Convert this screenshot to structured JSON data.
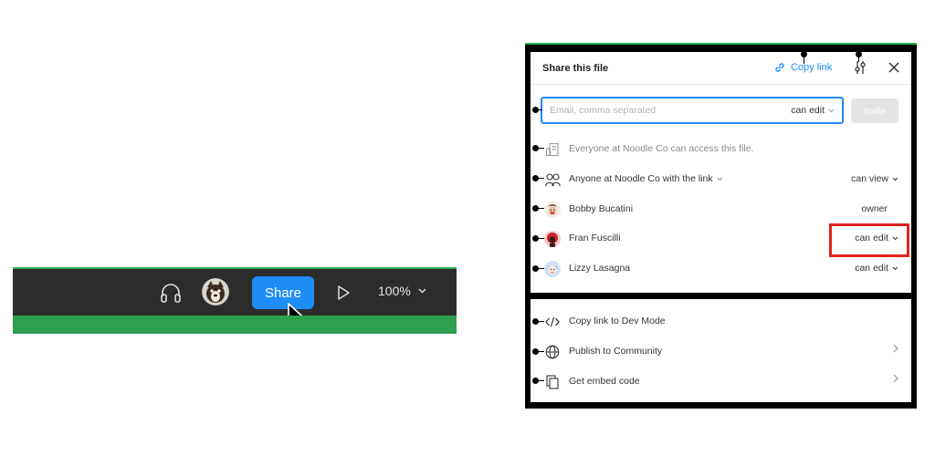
{
  "toolbar": {
    "share_label": "Share",
    "zoom_label": "100%",
    "icons": [
      "headphones-icon",
      "avatar",
      "play-icon",
      "chevron-down-icon",
      "cursor-arrow"
    ]
  },
  "share_panel": {
    "title": "Share this file",
    "copy_link_label": "Copy link",
    "invite": {
      "placeholder": "Email, comma separated",
      "permission": "can edit",
      "button_label": "Invite"
    },
    "access_rows": [
      {
        "label": "Everyone at Noodle Co can access this file.",
        "permission": ""
      },
      {
        "label": "Anyone at Noodle Co with the link",
        "permission": "can view"
      },
      {
        "label": "Bobby Bucatini",
        "permission": "owner"
      },
      {
        "label": "Fran Fuscilli",
        "permission": "can edit"
      },
      {
        "label": "Lizzy Lasagna",
        "permission": "can edit"
      }
    ],
    "actions": [
      {
        "label": "Copy link to Dev Mode"
      },
      {
        "label": "Publish to Community"
      },
      {
        "label": "Get embed code"
      }
    ]
  },
  "colors": {
    "accent": "#1e8df5",
    "toolbar_bg": "#2c2c2c",
    "green": "#2e9e4f",
    "highlight": "#e0211c"
  }
}
